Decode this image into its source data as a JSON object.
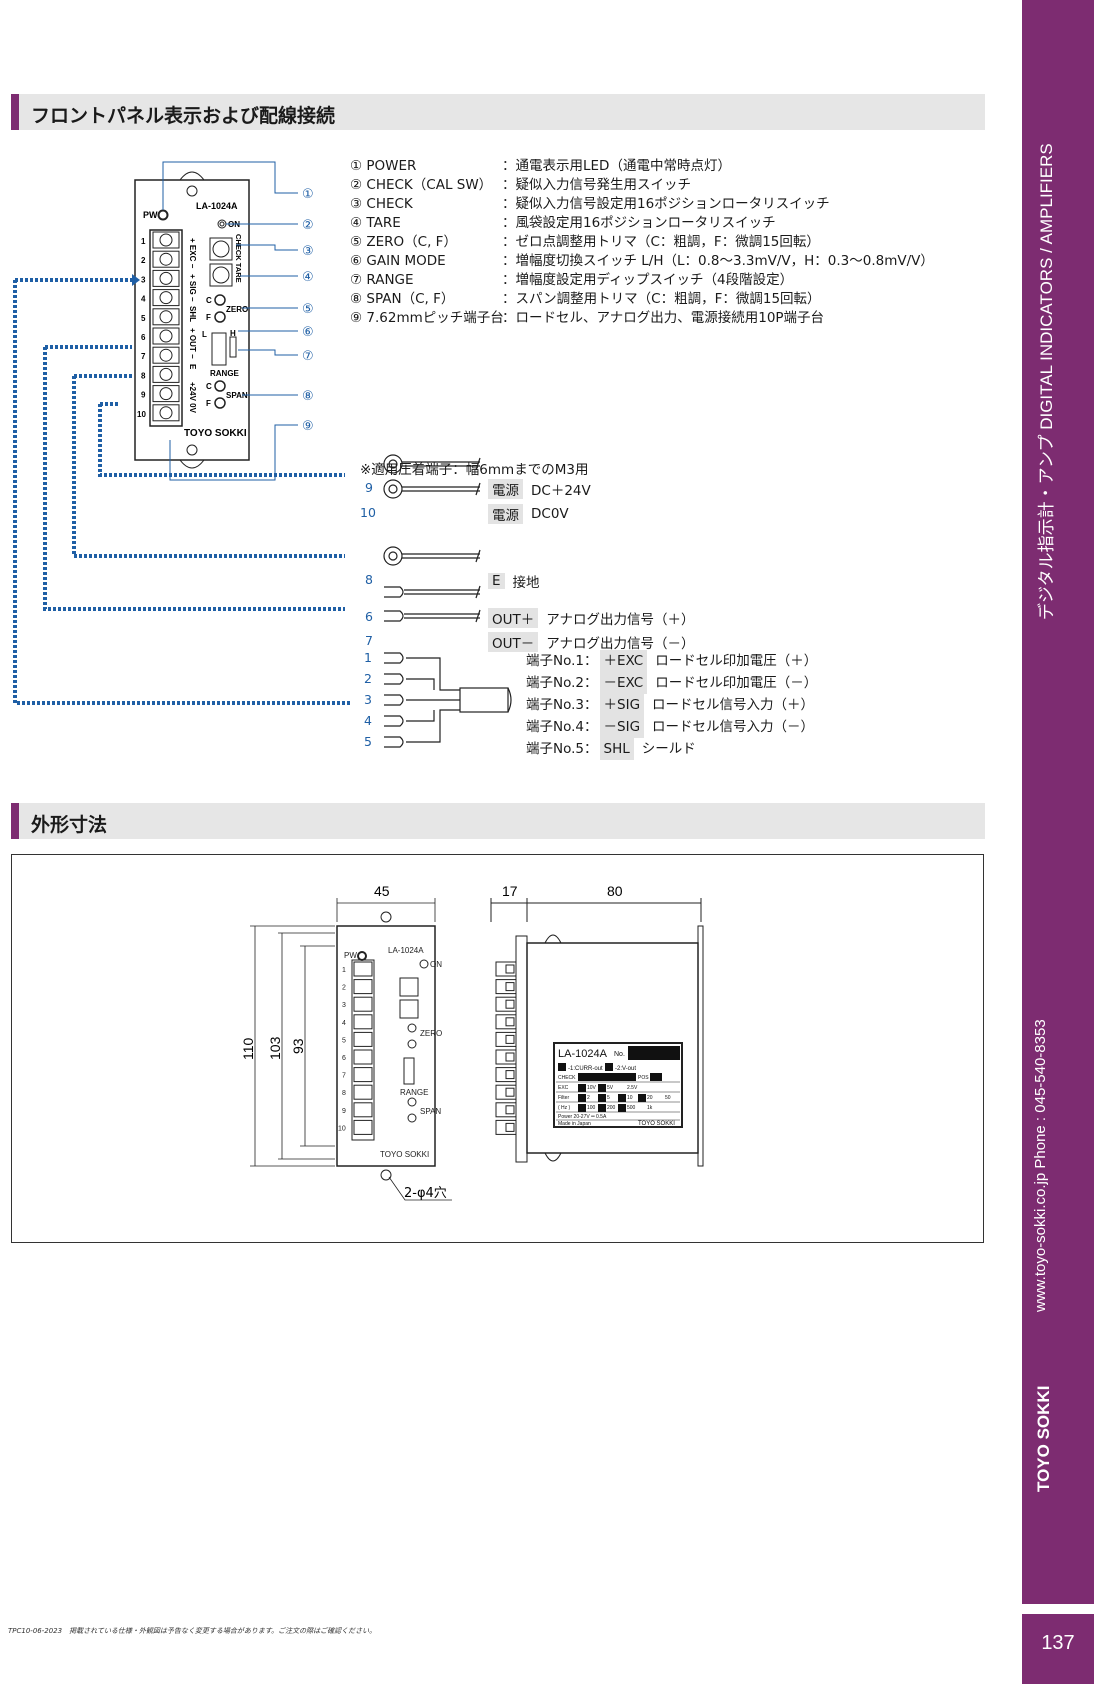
{
  "sections": {
    "front_panel_title": "フロントパネル表示および配線接続",
    "dimensions_title": "外形寸法"
  },
  "legend": [
    {
      "label": "① POWER",
      "desc": "：通電表示用LED（通電中常時点灯）"
    },
    {
      "label": "② CHECK（CAL SW）",
      "desc": "：疑似入力信号発生用スイッチ"
    },
    {
      "label": "③ CHECK",
      "desc": "：疑似入力信号設定用16ポジションロータリスイッチ"
    },
    {
      "label": "④ TARE",
      "desc": "：風袋設定用16ポジションロータリスイッチ"
    },
    {
      "label": "⑤ ZERO（C, F）",
      "desc": "：ゼロ点調整用トリマ（C：粗調，F：微調15回転）"
    },
    {
      "label": "⑥ GAIN MODE",
      "desc": "：増幅度切換スイッチ L/H（L：0.8～3.3mV/V，H：0.3～0.8mV/V）"
    },
    {
      "label": "⑦ RANGE",
      "desc": "：増幅度設定用ディップスイッチ（4段階設定）"
    },
    {
      "label": "⑧ SPAN（C, F）",
      "desc": "：スパン調整用トリマ（C：粗調，F：微調15回転）"
    },
    {
      "label": "⑨ 7.62mmピッチ端子台",
      "desc": "：ロードセル、アナログ出力、電源接続用10P端子台"
    }
  ],
  "callouts": [
    "①",
    "②",
    "③",
    "④",
    "⑤",
    "⑥",
    "⑦",
    "⑧",
    "⑨"
  ],
  "panel": {
    "model": "LA-1024A",
    "brand": "TOYO SOKKI",
    "pw": "PW",
    "on": "ON",
    "check_tare": "CHECK TARE",
    "zero": "ZERO",
    "span": "SPAN",
    "range": "RANGE",
    "c": "C",
    "f": "F",
    "l": "L",
    "h": "H",
    "terminals": [
      "1",
      "2",
      "3",
      "4",
      "5",
      "6",
      "7",
      "8",
      "9",
      "10"
    ],
    "group_labels": [
      "+ EXC −",
      "+ SIG −",
      "SHL",
      "+ OUT −",
      "E",
      "+24V 0V"
    ]
  },
  "crimp_note": "※適用圧着端子：幅6mmまでのM3用",
  "wires": [
    {
      "num": "9",
      "tag": "電源",
      "text": "DC＋24V"
    },
    {
      "num": "10",
      "tag": "電源",
      "text": "DC0V"
    },
    {
      "num": "8",
      "tag": "E",
      "text": "接地"
    },
    {
      "num": "6",
      "tag": "OUT＋",
      "text": "アナログ出力信号（＋）"
    },
    {
      "num": "7",
      "tag": "OUT－",
      "text": "アナログ出力信号（－）"
    }
  ],
  "loadcell": {
    "nums": [
      "1",
      "2",
      "3",
      "4",
      "5"
    ],
    "rows": [
      {
        "prefix": "端子No.1：",
        "tag": "＋EXC",
        "text": "ロードセル印加電圧（＋）"
      },
      {
        "prefix": "端子No.2：",
        "tag": "－EXC",
        "text": "ロードセル印加電圧（－）"
      },
      {
        "prefix": "端子No.3：",
        "tag": "＋SIG",
        "text": "ロードセル信号入力（＋）"
      },
      {
        "prefix": "端子No.4：",
        "tag": "－SIG",
        "text": "ロードセル信号入力（－）"
      },
      {
        "prefix": "端子No.5：",
        "tag": "SHL",
        "text": "シールド"
      }
    ]
  },
  "dimensions": {
    "width_front": "45",
    "depth_front_lip": "17",
    "depth_body": "80",
    "height_total": "110",
    "height_mid": "103",
    "height_inner": "93",
    "hole_note": "2-φ4穴"
  },
  "side_label": {
    "model": "LA-1024A",
    "no": "No.",
    "opt1": "-1:CURR-out",
    "opt2": "-2:V-out",
    "check": "CHECK",
    "pos": "POS",
    "exc": "EXC",
    "exc_vals": [
      "10V",
      "5V",
      "2.5V"
    ],
    "filter": "Filter",
    "hz": "( Hz )",
    "filter_vals": [
      "2",
      "5",
      "10",
      "20",
      "50"
    ],
    "hz_vals": [
      "100",
      "200",
      "500",
      "1k"
    ],
    "power": "Power 20-27V ═ 0.5A",
    "made": "Made in Japan",
    "brand": "TOYO SOKKI"
  },
  "sidebar": {
    "category": "デジタル指示計・アンプ   DIGITAL INDICATORS / AMPLIFIERS",
    "contact": "www.toyo-sokki.co.jp     Phone : 045-540-8353",
    "brand": "TOYO SOKKI",
    "page_number": "137"
  },
  "footer": "TPC10-06-2023　掲載されている仕様・外観図は予告なく変更する場合があります。ご注文の際はご確認ください。"
}
